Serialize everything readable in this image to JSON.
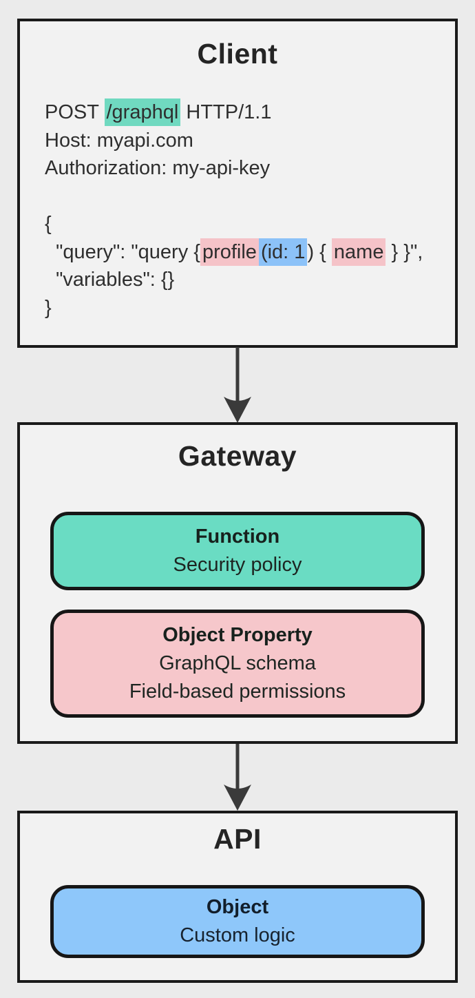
{
  "client": {
    "title": "Client",
    "request": {
      "method": "POST ",
      "path": "/graphql",
      "protocol": " HTTP/1.1",
      "host": "Host: myapi.com",
      "authorization": "Authorization: my-api-key"
    },
    "body": {
      "open_brace": "{",
      "query_prefix": "  \"query\": \"query {",
      "query_field": "profile",
      "query_args": "(id: 1",
      "query_mid": ") { ",
      "query_selection": "name",
      "query_suffix": " } }\",",
      "variables_line": "  \"variables\": {}",
      "close_brace": "}"
    }
  },
  "gateway": {
    "title": "Gateway",
    "function_card": {
      "title": "Function",
      "line1": "Security policy"
    },
    "object_property_card": {
      "title": "Object Property",
      "line1": "GraphQL schema",
      "line2": "Field-based permissions"
    }
  },
  "api": {
    "title": "API",
    "object_card": {
      "title": "Object",
      "line1": "Custom logic"
    }
  },
  "icons": {
    "flow_arrow": "arrow-down-icon"
  },
  "colors": {
    "background": "#ebebeb",
    "box_fill": "#f2f2f2",
    "box_border": "#1a1a1a",
    "card_border": "#161616",
    "arrow": "#3a3a3a",
    "teal_card": "#6adcc3",
    "pink_card": "#f6c7cb",
    "blue_card": "#8ec7fa",
    "highlight_teal": "#70d9c0",
    "highlight_pink": "#f5c3c8",
    "highlight_blue": "#8cc2f8"
  }
}
